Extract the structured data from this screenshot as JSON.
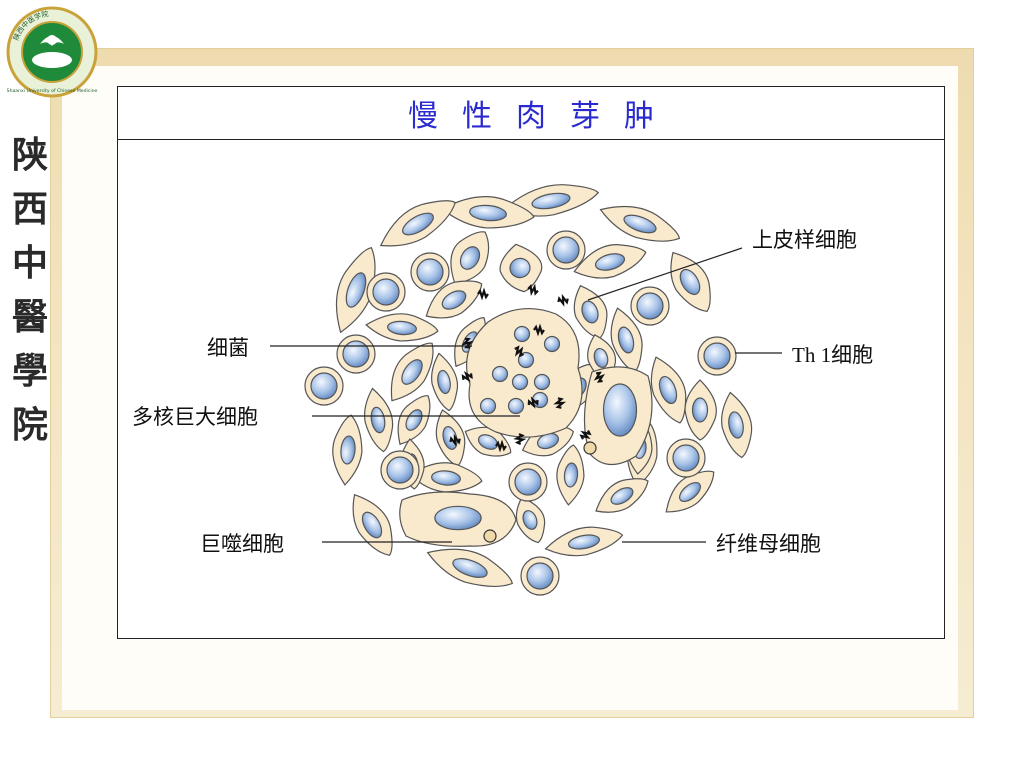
{
  "logo": {
    "icon": "college-seal-icon",
    "ring_text": "陕西中医学院",
    "ring_text_en": "Shaanxi University of Chinese Medicine"
  },
  "vertical_title": [
    "陕",
    "西",
    "中",
    "醫",
    "學",
    "院"
  ],
  "figure": {
    "title": "慢性肉芽肿",
    "labels": {
      "epithelioid": "上皮样细胞",
      "bacteria": "细菌",
      "th1": "Th 1细胞",
      "giant_cell": "多核巨大细胞",
      "macrophage": "巨噬细胞",
      "fibroblast": "纤维母细胞"
    }
  },
  "colors": {
    "title_blue": "#2a2ad0",
    "cell_fill": "#f9e9cd",
    "nucleus_blue": "#a9c4e8",
    "logo_green": "#1f8a3a",
    "frame_tan": "#eedcaf"
  }
}
